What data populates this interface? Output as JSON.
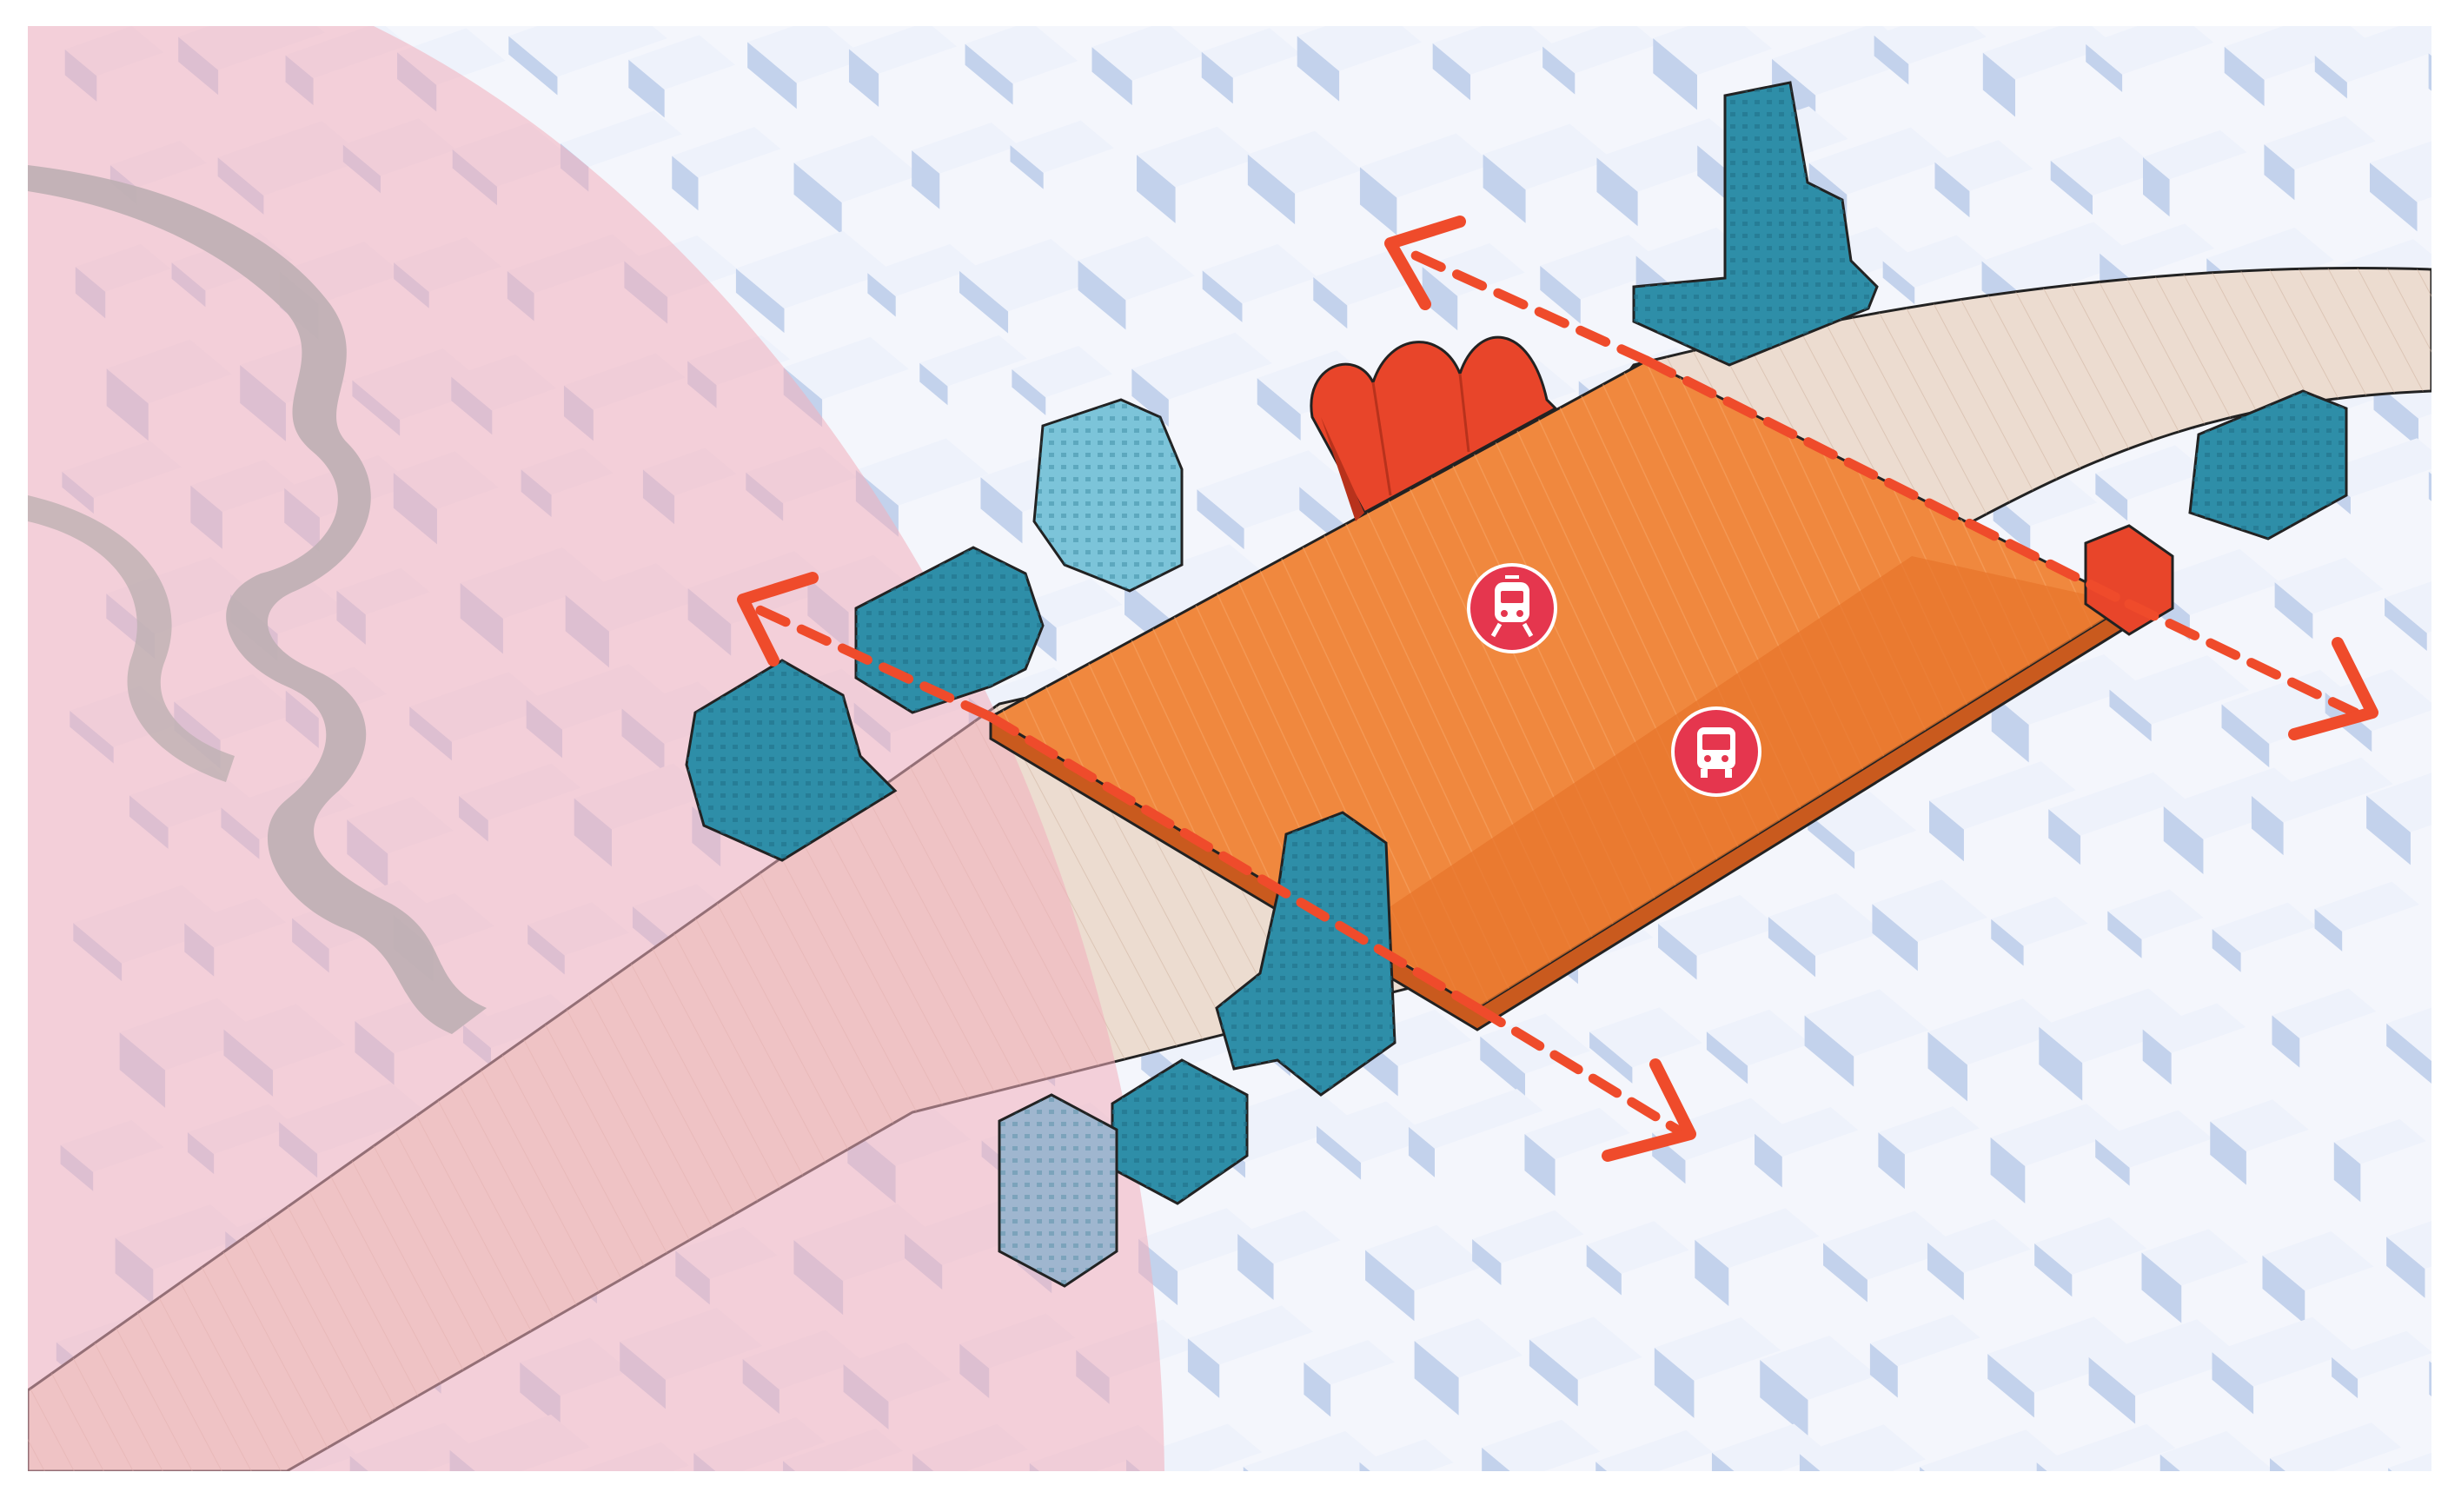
{
  "diagram": {
    "colors": {
      "background": "#ffffff",
      "city_block": "#eef2fb",
      "city_block_shadow": "#c3d2ec",
      "zone_overlay": "#f2aebb",
      "river": "#7fb0a8",
      "rail_corridor": "#ecdcd0",
      "deck": "#f0883e",
      "deck_dark": "#e8762c",
      "tower": "#2e8ea8",
      "tower_light": "#7cc4d9",
      "landmark_red": "#e8452a",
      "arrow": "#ef4b2b",
      "icon_badge": "#e5364e"
    },
    "icons": [
      {
        "name": "train-icon"
      },
      {
        "name": "bus-icon"
      }
    ],
    "arrows": [
      "northwest-link-arrow",
      "west-link-arrow",
      "east-link-arrow",
      "south-link-arrow"
    ]
  }
}
